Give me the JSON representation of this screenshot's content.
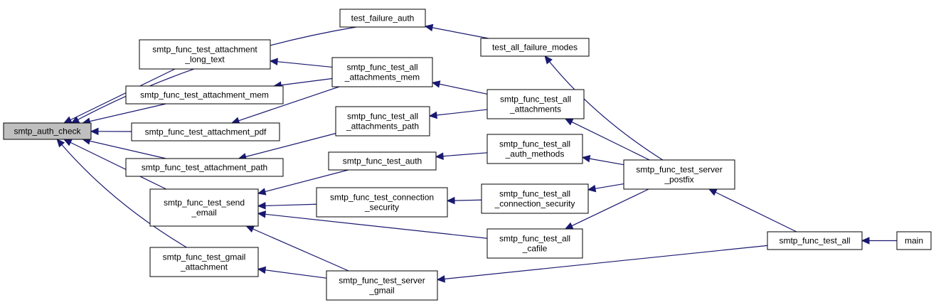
{
  "colors": {
    "node_fill": "#ffffff",
    "root_fill": "#bfbfbf",
    "border": "#000000",
    "edge": "#191970"
  },
  "nodes": [
    {
      "id": "smtp_auth_check",
      "lines": [
        "smtp_auth_check"
      ],
      "root": true
    },
    {
      "id": "test_failure_auth",
      "lines": [
        "test_failure_auth"
      ]
    },
    {
      "id": "att_long_text",
      "lines": [
        "smtp_func_test_attachment",
        "_long_text"
      ]
    },
    {
      "id": "att_mem",
      "lines": [
        "smtp_func_test_attachment_mem"
      ]
    },
    {
      "id": "att_pdf",
      "lines": [
        "smtp_func_test_attachment_pdf"
      ]
    },
    {
      "id": "att_path",
      "lines": [
        "smtp_func_test_attachment_path"
      ]
    },
    {
      "id": "send_email",
      "lines": [
        "smtp_func_test_send",
        "_email"
      ]
    },
    {
      "id": "gmail_att",
      "lines": [
        "smtp_func_test_gmail",
        "_attachment"
      ]
    },
    {
      "id": "all_att_mem",
      "lines": [
        "smtp_func_test_all",
        "_attachments_mem"
      ]
    },
    {
      "id": "all_att_path",
      "lines": [
        "smtp_func_test_all",
        "_attachments_path"
      ]
    },
    {
      "id": "func_auth",
      "lines": [
        "smtp_func_test_auth"
      ]
    },
    {
      "id": "conn_sec",
      "lines": [
        "smtp_func_test_connection",
        "_security"
      ]
    },
    {
      "id": "server_gmail",
      "lines": [
        "smtp_func_test_server",
        "_gmail"
      ]
    },
    {
      "id": "all_fail_modes",
      "lines": [
        "test_all_failure_modes"
      ]
    },
    {
      "id": "all_att",
      "lines": [
        "smtp_func_test_all",
        "_attachments"
      ]
    },
    {
      "id": "all_auth_methods",
      "lines": [
        "smtp_func_test_all",
        "_auth_methods"
      ]
    },
    {
      "id": "all_conn_sec",
      "lines": [
        "smtp_func_test_all",
        "_connection_security"
      ]
    },
    {
      "id": "all_cafile",
      "lines": [
        "smtp_func_test_all",
        "_cafile"
      ]
    },
    {
      "id": "server_postfix",
      "lines": [
        "smtp_func_test_server",
        "_postfix"
      ]
    },
    {
      "id": "test_all",
      "lines": [
        "smtp_func_test_all"
      ]
    },
    {
      "id": "main",
      "lines": [
        "main"
      ]
    }
  ],
  "edges": [
    {
      "from": "test_failure_auth",
      "to": "smtp_auth_check"
    },
    {
      "from": "att_long_text",
      "to": "smtp_auth_check"
    },
    {
      "from": "att_mem",
      "to": "smtp_auth_check"
    },
    {
      "from": "att_pdf",
      "to": "smtp_auth_check"
    },
    {
      "from": "att_path",
      "to": "smtp_auth_check"
    },
    {
      "from": "send_email",
      "to": "smtp_auth_check"
    },
    {
      "from": "gmail_att",
      "to": "smtp_auth_check"
    },
    {
      "from": "all_fail_modes",
      "to": "test_failure_auth"
    },
    {
      "from": "all_att_mem",
      "to": "att_long_text"
    },
    {
      "from": "all_att_mem",
      "to": "att_mem"
    },
    {
      "from": "all_att_mem",
      "to": "att_pdf"
    },
    {
      "from": "all_att_path",
      "to": "att_path"
    },
    {
      "from": "func_auth",
      "to": "send_email"
    },
    {
      "from": "conn_sec",
      "to": "send_email"
    },
    {
      "from": "all_cafile",
      "to": "send_email"
    },
    {
      "from": "server_gmail",
      "to": "send_email"
    },
    {
      "from": "server_gmail",
      "to": "gmail_att"
    },
    {
      "from": "all_att",
      "to": "all_att_mem"
    },
    {
      "from": "all_att",
      "to": "all_att_path"
    },
    {
      "from": "all_auth_methods",
      "to": "func_auth"
    },
    {
      "from": "all_conn_sec",
      "to": "conn_sec"
    },
    {
      "from": "server_postfix",
      "to": "all_fail_modes"
    },
    {
      "from": "server_postfix",
      "to": "all_att"
    },
    {
      "from": "server_postfix",
      "to": "all_auth_methods"
    },
    {
      "from": "server_postfix",
      "to": "all_conn_sec"
    },
    {
      "from": "server_postfix",
      "to": "all_cafile"
    },
    {
      "from": "test_all",
      "to": "server_postfix"
    },
    {
      "from": "test_all",
      "to": "server_gmail"
    },
    {
      "from": "main",
      "to": "test_all"
    }
  ]
}
